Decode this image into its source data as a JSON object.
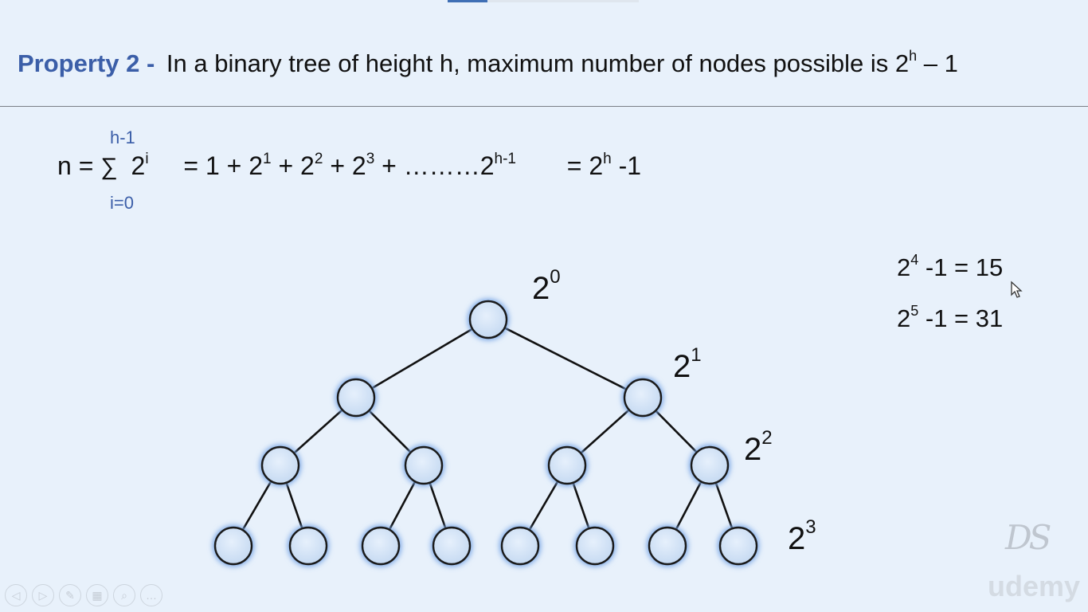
{
  "title": {
    "prefix": "Property 2",
    "dash": " -",
    "text": "In a binary tree of height h, maximum number of nodes possible is 2",
    "exp": "h",
    "suffix": " – 1"
  },
  "formula": {
    "n_eq": "n = ",
    "sigma": "∑",
    "sum_upper": "h-1",
    "sum_lower": "i=0",
    "term": "2",
    "term_exp": "i",
    "expansion": [
      {
        "text": " = 1 + 2",
        "exp": "1"
      },
      {
        "text": " + 2",
        "exp": "2"
      },
      {
        "text": " + 2",
        "exp": "3"
      },
      {
        "text": " + ………2",
        "exp": "h-1"
      }
    ],
    "result_prefix": "=  2",
    "result_exp": "h",
    "result_suffix": " -1"
  },
  "examples": [
    {
      "base": "2",
      "exp": "4",
      "rest": " -1 = 15"
    },
    {
      "base": "2",
      "exp": "5",
      "rest": " -1 = 31"
    }
  ],
  "levels": [
    {
      "base": "2",
      "exp": "0"
    },
    {
      "base": "2",
      "exp": "1"
    },
    {
      "base": "2",
      "exp": "2"
    },
    {
      "base": "2",
      "exp": "3"
    }
  ],
  "watermark": {
    "ds": "DS",
    "brand": "udemy"
  },
  "controls": [
    {
      "name": "prev-icon",
      "glyph": "◁"
    },
    {
      "name": "next-icon",
      "glyph": "▷"
    },
    {
      "name": "pen-icon",
      "glyph": "✎"
    },
    {
      "name": "slides-icon",
      "glyph": "▦"
    },
    {
      "name": "zoom-icon",
      "glyph": "⌕"
    },
    {
      "name": "more-icon",
      "glyph": "…"
    }
  ]
}
